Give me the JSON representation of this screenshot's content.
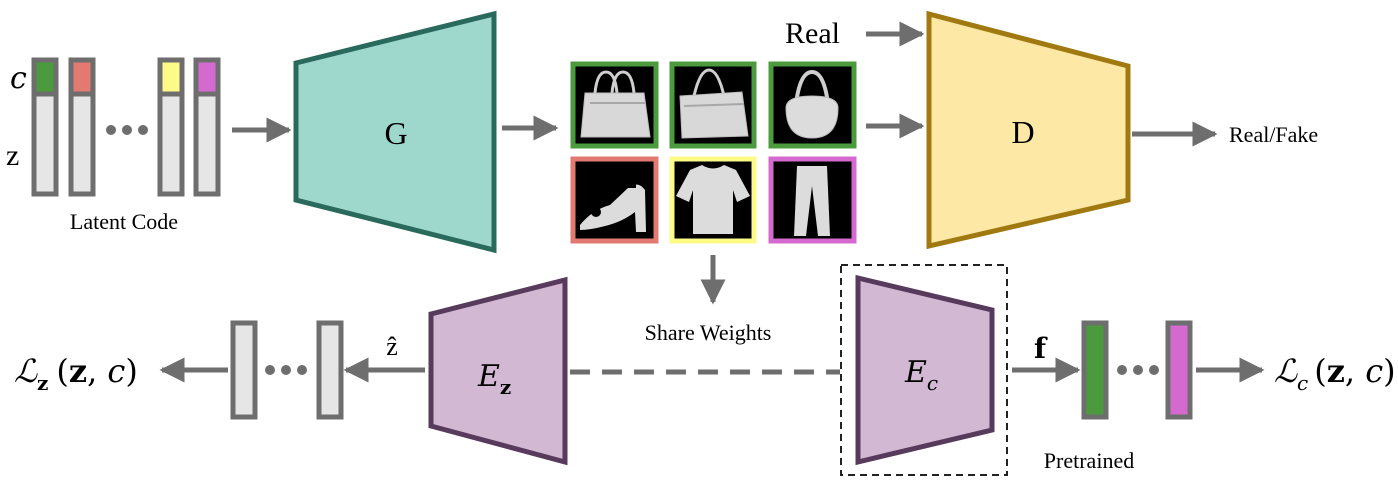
{
  "labels": {
    "c": "c",
    "z": "z",
    "latent_code": "Latent Code",
    "generator": "G",
    "real": "Real",
    "discriminator": "D",
    "real_fake": "Real/Fake",
    "share_weights": "Share Weights",
    "z_hat": "ẑ",
    "encoder_z_main": "E",
    "encoder_z_sub": "z",
    "encoder_c_main": "E",
    "encoder_c_sub": "c",
    "features": "f",
    "pretrained": "Pretrained",
    "loss_z_main": "ℒ",
    "loss_z_sub": "z",
    "loss_z_args_open": "(",
    "loss_z_arg1": "z",
    "loss_z_sep": ", ",
    "loss_z_arg2": "c",
    "loss_z_args_close": ")",
    "loss_c_main": "ℒ",
    "loss_c_sub": "c",
    "loss_c_args_open": "(",
    "loss_c_arg1": "z",
    "loss_c_sep": ", ",
    "loss_c_arg2": "c",
    "loss_c_args_close": ")"
  },
  "colors": {
    "green": "#4b9a3e",
    "red": "#e37a72",
    "yellow": "#fdfb88",
    "magenta": "#d469cf",
    "generator_fill": "#9ed8cc",
    "generator_stroke": "#2a6a5c",
    "discriminator_fill": "#fde9a5",
    "discriminator_stroke": "#a07a10",
    "encoder_fill": "#d2b8d2",
    "encoder_stroke": "#573a5c",
    "code_fill": "#e6e6e6",
    "code_stroke": "#6e6e6e",
    "arrow": "#6e6e6e"
  },
  "samples": [
    {
      "item": "bag-icon",
      "border": "green"
    },
    {
      "item": "bag-icon",
      "border": "green"
    },
    {
      "item": "handbag-icon",
      "border": "green"
    },
    {
      "item": "sandal-icon",
      "border": "red"
    },
    {
      "item": "tshirt-icon",
      "border": "yellow"
    },
    {
      "item": "trouser-icon",
      "border": "magenta"
    }
  ]
}
